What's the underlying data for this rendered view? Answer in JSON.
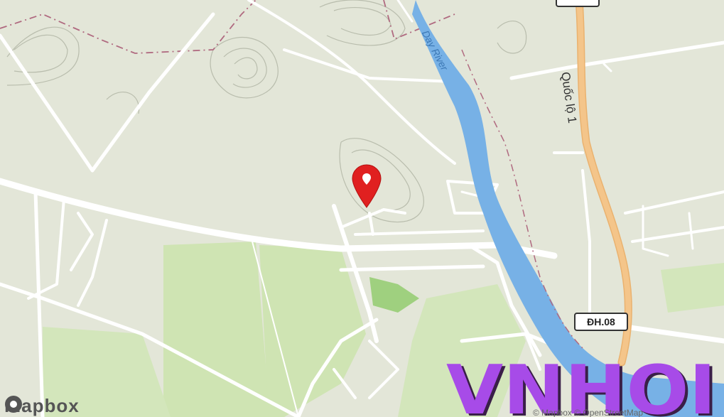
{
  "map": {
    "river_label": "Day River",
    "highway_label": "Quốc lộ 1",
    "shield_label": "ĐH.08",
    "marker_name": "location-pin-icon"
  },
  "attribution": {
    "logo_text": "mapbox",
    "copyright": "© Mapbox © OpenStreetMap"
  },
  "watermark": {
    "text": "VNHOI"
  },
  "colors": {
    "land": "#e3e6d8",
    "road": "#ffffff",
    "river": "#77b1e6",
    "highway": "#f2bf7e",
    "park": "#c6dfa8",
    "marker": "#e02020",
    "watermark": "#a74be8"
  }
}
